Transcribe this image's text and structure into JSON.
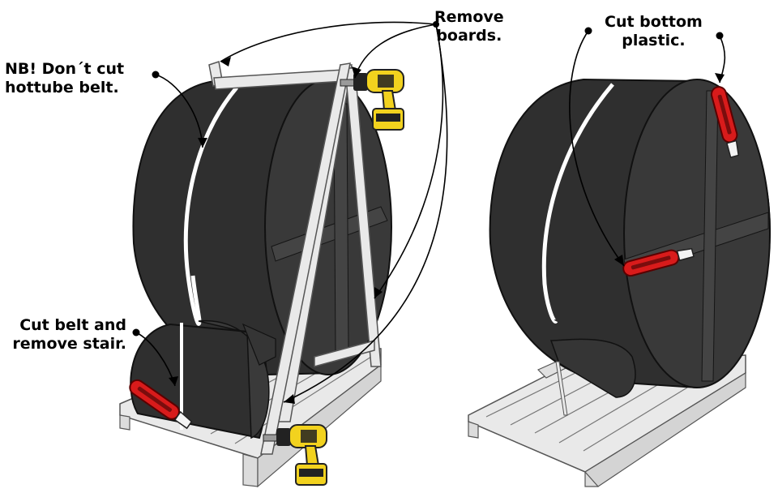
{
  "labels": {
    "remove_boards": [
      "Remove",
      "boards."
    ],
    "dont_cut": [
      "NB! Don´t cut",
      "hottube belt."
    ],
    "cut_belt": [
      "Cut belt and",
      "remove stair."
    ],
    "cut_plastic": [
      "Cut bottom",
      "plastic."
    ]
  },
  "colors": {
    "tub": "#2e2e2e",
    "tub_side": "#3a3a3a",
    "tub_edge": "#111111",
    "wood": "#e9e9e9",
    "wood_edge": "#555555",
    "belt": "#ffffff",
    "knife": "#d81b1b",
    "drill_body": "#f2d21e",
    "drill_dark": "#222222"
  },
  "icons": [
    "drill-icon",
    "utility-knife-icon"
  ]
}
